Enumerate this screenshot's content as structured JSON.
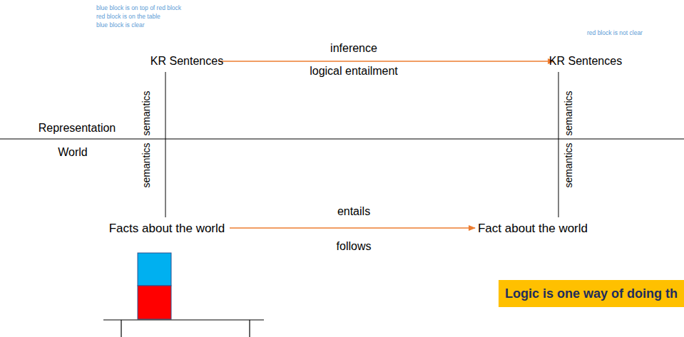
{
  "diagram": {
    "nodes": [
      {
        "text": [
          "Logic is one way of doing th"
        ]
      }
    ],
    "labels": [
      "blue block is on top of red block",
      "red block is on the table",
      "blue block is clear",
      "red block is not clear",
      "KR Sentences",
      "inference",
      "KR Sentences",
      "logical entailment",
      "semantics",
      "semantics",
      "Representation",
      "World",
      "semantics",
      "semantics",
      "Facts about the world",
      "entails",
      "Fact about the world",
      "follows"
    ]
  }
}
